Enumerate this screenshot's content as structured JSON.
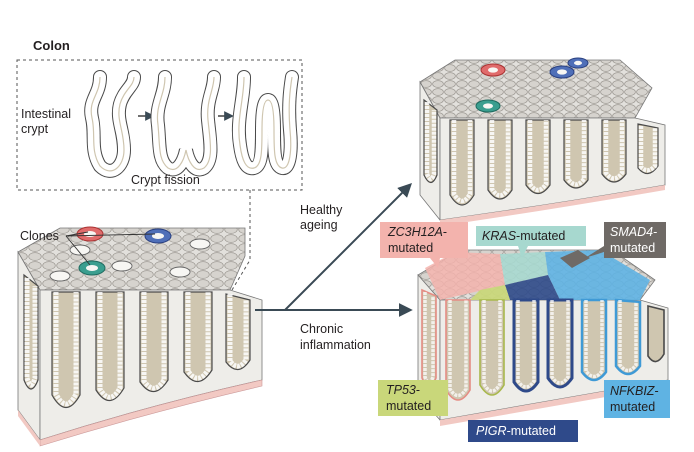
{
  "panel_title": "Colon",
  "crypt_inset": {
    "crypt_label_line1": "Intestinal",
    "crypt_label_line2": "crypt",
    "fission_label": "Crypt fission"
  },
  "clones_label": "Clones",
  "paths": {
    "healthy_line1": "Healthy",
    "healthy_line2": "ageing",
    "chronic_line1": "Chronic",
    "chronic_line2": "inflammation"
  },
  "mutation_labels": {
    "zc3h12a": {
      "gene": "ZC3H12A",
      "suffix": "-",
      "line2": "mutated",
      "color": "#f3b3ad"
    },
    "kras": {
      "gene": "KRAS",
      "suffix": "-mutated",
      "color": "#a7d8cf"
    },
    "smad4": {
      "gene": "SMAD4",
      "suffix": "-",
      "line2": "mutated",
      "color": "#6f6a66"
    },
    "tp53": {
      "gene": "TP53",
      "suffix": "-",
      "line2": "mutated",
      "color": "#c9d77a"
    },
    "pigr": {
      "gene": "PIGR",
      "suffix": "-mutated",
      "color": "#2f4a8a"
    },
    "nfkbiz": {
      "gene": "NFKBIZ",
      "suffix": "-",
      "line2": "mutated",
      "color": "#5fb3e3"
    }
  },
  "colors": {
    "tissue_top": "#dcdad6",
    "tissue_side": "#eeede9",
    "crypt_fill": "#cfc6b0",
    "cell_fill": "#ffffff",
    "outline": "#4a4a4a",
    "base_pink": "#f2c9c3",
    "arrow": "#3a4a55",
    "clone_red": "#e06b6b",
    "clone_blue": "#4f6fb8",
    "clone_teal": "#3a9e8f"
  }
}
